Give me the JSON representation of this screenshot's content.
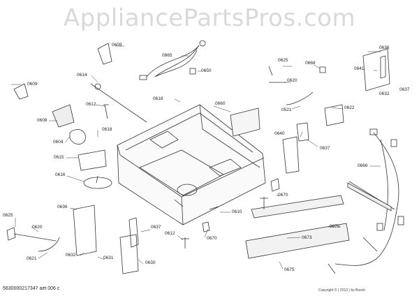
{
  "watermark": "AppliancePartsPros.com",
  "footer": {
    "part_ref": "5630000217347 aet 006 c",
    "copyright": "Copyright © ( 2013 ) by Bosch"
  },
  "callouts": {
    "c0609a": "0609",
    "c0865": "0865",
    "c0650": "0650",
    "c0625a": "0625",
    "c0668": "0668",
    "c0636a": "0636",
    "c0641": "0641",
    "c0637a": "0637",
    "c0632a": "0632",
    "c0609b": "0609",
    "c0614": "0614",
    "c0612a": "0612",
    "c0618a": "0618",
    "c0660": "0660",
    "c0620a": "0620",
    "c0521": "0521",
    "c0622": "0622",
    "c0608": "0608",
    "c0604": "0604",
    "c0618b": "0618",
    "c0640": "0640",
    "c0637b": "0637",
    "c0615": "0615",
    "c0616": "0616",
    "c0666": "0666",
    "c0670a": "0670",
    "c0636b": "0636",
    "c0610": "0610",
    "c0625b": "0625",
    "c0620b": "0620",
    "c0637c": "0637",
    "c0612b": "0612",
    "c0670b": "0670",
    "c0675a": "0675",
    "c0673": "0673",
    "c0632b": "0632",
    "c0631": "0631",
    "c0630": "0630",
    "c0621": "0621",
    "c0675b": "0675"
  }
}
